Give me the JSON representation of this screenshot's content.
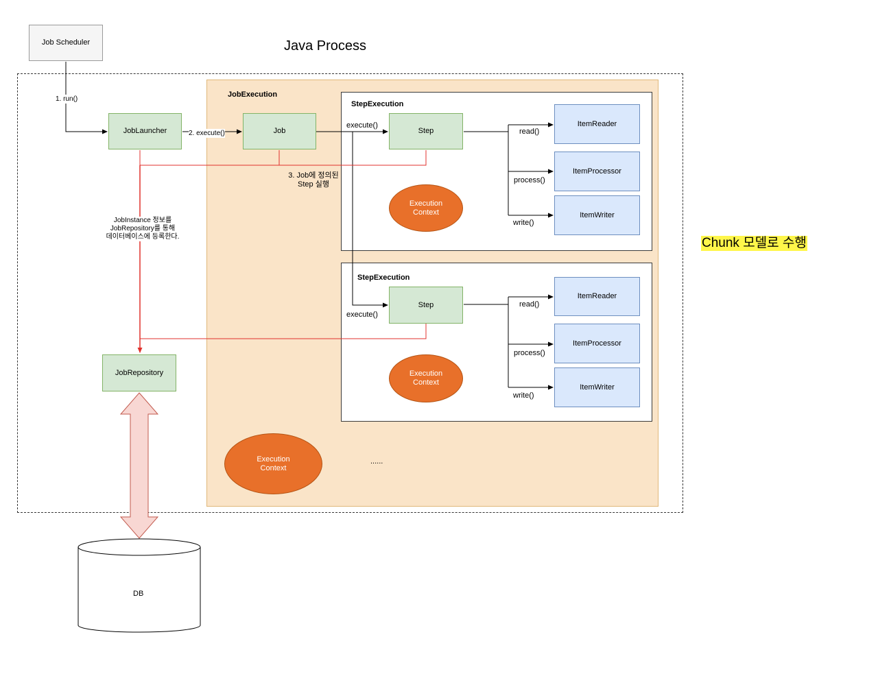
{
  "title": "Java Process",
  "side_note": "Chunk 모델로 수행",
  "nodes": {
    "job_scheduler": "Job Scheduler",
    "job_launcher": "JobLauncher",
    "job": "Job",
    "job_repository": "JobRepository",
    "db": "DB",
    "job_execution": "JobExecution",
    "step_execution_1": "StepExecution",
    "step_execution_2": "StepExecution",
    "step_1": "Step",
    "step_2": "Step",
    "item_reader_1": "ItemReader",
    "item_processor_1": "ItemProcessor",
    "item_writer_1": "ItemWriter",
    "item_reader_2": "ItemReader",
    "item_processor_2": "ItemProcessor",
    "item_writer_2": "ItemWriter",
    "execution_context_1": "Execution\nContext",
    "execution_context_2": "Execution\nContext",
    "execution_context_job": "Execution\nContext",
    "ellipsis": "......"
  },
  "edges": {
    "run": "1. run()",
    "execute_job": "2. execute()",
    "execute_step_1": "execute()",
    "execute_step_2": "execute()",
    "run_steps": "3. Job에 정의된\nStep 실행",
    "register": "JobInstance 정보를\nJobRepository를 통해\n데이터베이스에 등록한다.",
    "read_1": "read()",
    "process_1": "process()",
    "write_1": "write()",
    "read_2": "read()",
    "process_2": "process()",
    "write_2": "write()"
  },
  "colors": {
    "process_fill": "#d5e8d4",
    "item_fill": "#dae8fc",
    "job_execution_fill": "#fae4c8",
    "execution_context_fill": "#e8702a",
    "repository_link": "#e0312c",
    "db_arrow_fill": "#f8d7d3",
    "highlight": "#fff64a"
  }
}
